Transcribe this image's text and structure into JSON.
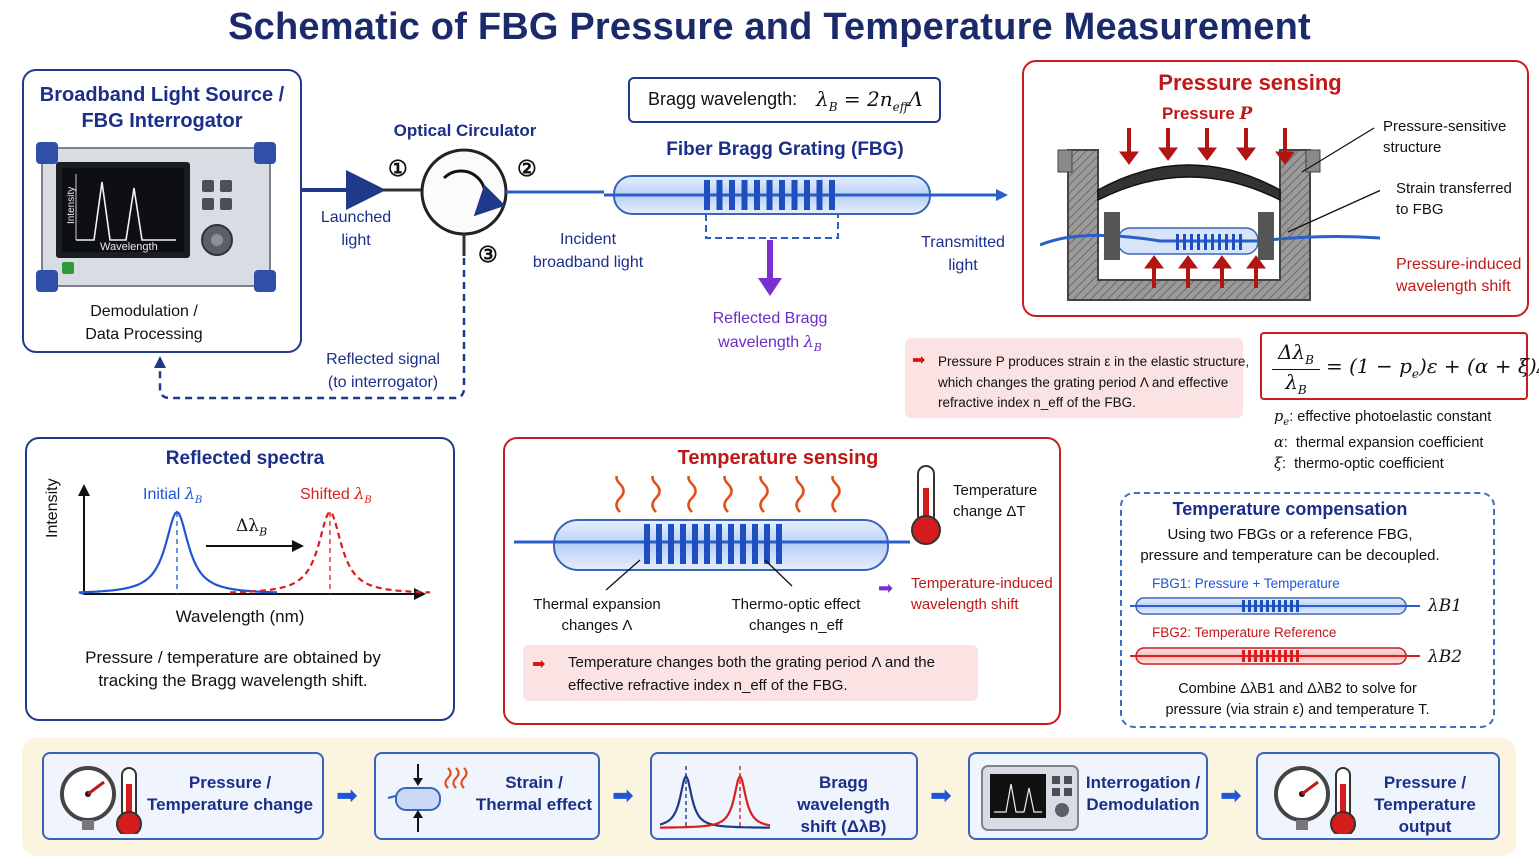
{
  "title": "Schematic of FBG Pressure and Temperature Measurement",
  "source": {
    "title_line1": "Broadband Light Source /",
    "title_line2": "FBG Interrogator",
    "screen_axis_y": "Intensity",
    "screen_axis_x": "Wavelength",
    "caption_line1": "Demodulation /",
    "caption_line2": "Data Processing"
  },
  "circulator": {
    "title": "Optical Circulator",
    "port1": "①",
    "port2": "②",
    "port3": "③",
    "launched_line1": "Launched",
    "launched_line2": "light",
    "reflected_line1": "Reflected signal",
    "reflected_line2": "(to interrogator)"
  },
  "fbg": {
    "formula_label": "Bragg wavelength:",
    "title": "Fiber Bragg Grating (FBG)",
    "incident_line1": "Incident",
    "incident_line2": "broadband light",
    "transmitted_line1": "Transmitted",
    "transmitted_line2": "light",
    "reflected_line1": "Reflected Bragg",
    "reflected_line2": "wavelength"
  },
  "pressure": {
    "title": "Pressure sensing",
    "pressure_label": "Pressure",
    "callout1_line1": "Pressure-sensitive",
    "callout1_line2": "structure",
    "callout2_line1": "Strain transferred",
    "callout2_line2": "to FBG",
    "callout3_line1": "Pressure-induced",
    "callout3_line2": "wavelength shift",
    "note_line1": "Pressure P produces strain ε in the elastic structure,",
    "note_line2": "which changes the grating period Λ and effective",
    "note_line3": "refractive index n_eff of the FBG."
  },
  "equation": {
    "def1": "effective photoelastic constant",
    "def2": "thermal expansion coefficient",
    "def3": "thermo-optic coefficient"
  },
  "spectra": {
    "title": "Reflected spectra",
    "initial": "Initial",
    "shifted": "Shifted",
    "delta": "Δλ",
    "ylabel": "Intensity",
    "xlabel": "Wavelength (nm)",
    "caption_line1": "Pressure / temperature are obtained by",
    "caption_line2": "tracking the Bragg wavelength shift."
  },
  "temperature": {
    "title": "Temperature sensing",
    "change_line1": "Temperature",
    "change_line2": "change ΔT",
    "thermal_line1": "Thermal expansion",
    "thermal_line2": "changes Λ",
    "optic_line1": "Thermo-optic effect",
    "optic_line2": "changes n_eff",
    "shift_line1": "Temperature-induced",
    "shift_line2": "wavelength shift",
    "note_line1": "Temperature changes both the grating period Λ and the",
    "note_line2": "effective refractive index n_eff of the FBG."
  },
  "compensation": {
    "title": "Temperature compensation",
    "desc_line1": "Using two FBGs or a reference FBG,",
    "desc_line2": "pressure and temperature can be decoupled.",
    "fbg1_label": "FBG1: Pressure + Temperature",
    "fbg2_label": "FBG2: Temperature Reference",
    "fbg1_out": "λB1",
    "fbg2_out": "λB2",
    "combine_line1": "Combine ΔλB1 and ΔλB2 to solve for",
    "combine_line2": "pressure (via strain ε) and temperature T."
  },
  "flow": [
    {
      "line1": "Pressure /",
      "line2": "Temperature change",
      "icon": "gauge-thermometer-icon"
    },
    {
      "line1": "Strain /",
      "line2": "Thermal effect",
      "icon": "fiber-strain-icon"
    },
    {
      "line1": "Bragg wavelength",
      "line2": "shift (ΔλB)",
      "icon": "spectrum-shift-icon"
    },
    {
      "line1": "Interrogation /",
      "line2": "Demodulation",
      "icon": "interrogator-icon"
    },
    {
      "line1": "Pressure /",
      "line2": "Temperature output",
      "icon": "gauge-thermometer-icon"
    }
  ],
  "colors": {
    "navy": "#1b2f8a",
    "red": "#c01818",
    "purple": "#6a2ec4",
    "fiber_blue": "#2a5fc8"
  }
}
